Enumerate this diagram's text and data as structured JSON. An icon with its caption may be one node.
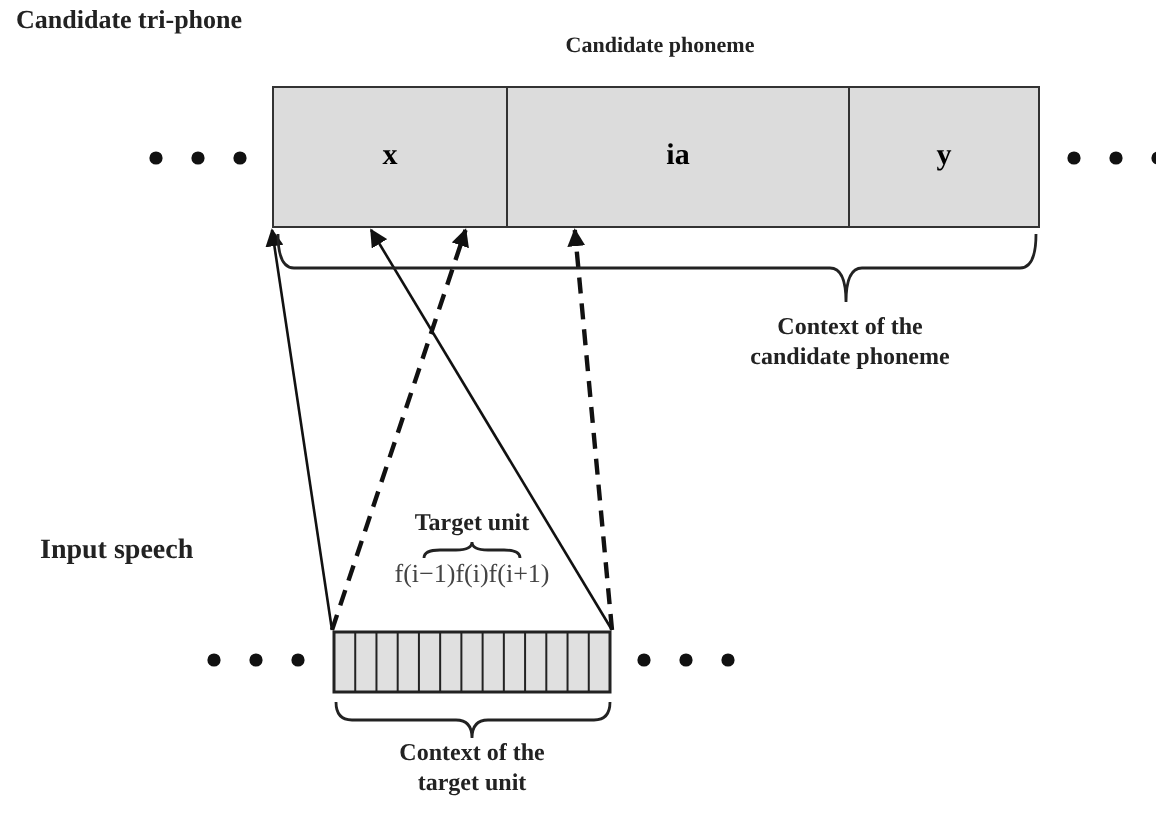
{
  "diagram": {
    "nodes": [
      {
        "text": [
          "x"
        ]
      },
      {
        "text": [
          "ia"
        ]
      },
      {
        "text": [
          "y"
        ]
      },
      {
        "text": [],
        "shape": "bar"
      }
    ],
    "edges": [
      {
        "from": 3,
        "to": 0,
        "arrow": "to"
      },
      {
        "from": 3,
        "to": 0,
        "arrow": "to",
        "style": "dashed"
      },
      {
        "from": 3,
        "to": 0,
        "arrow": "to"
      },
      {
        "from": 3,
        "to": 1,
        "arrow": "to",
        "style": "dashed"
      }
    ],
    "labels": [
      "Candidate tri-phone",
      "Candidate phoneme",
      "Context of the candidate phoneme",
      "Input speech",
      "Target unit",
      "f(i−1)f(i)f(i+1)",
      "Context of the target unit"
    ]
  }
}
